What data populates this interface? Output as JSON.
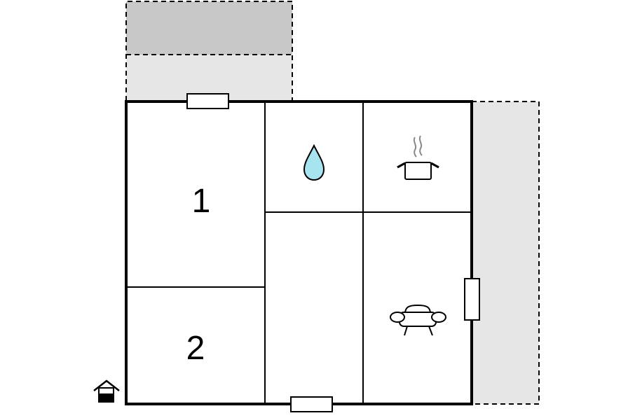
{
  "rooms": {
    "bedroom_1": {
      "label": "1"
    },
    "bedroom_2": {
      "label": "2"
    },
    "bathroom": {
      "icon": "water-drop-icon"
    },
    "kitchen": {
      "icon": "cooking-pot-icon"
    },
    "living_room": {
      "icon": "sofa-icon"
    },
    "hallway": {}
  },
  "outdoor_areas": [
    {
      "kind": "terrace-covered",
      "icon": ""
    },
    {
      "kind": "terrace",
      "icon": ""
    },
    {
      "kind": "side-terrace",
      "icon": ""
    }
  ],
  "entrance": {
    "icon": "entrance-house-icon"
  },
  "colors": {
    "wall": "#000000",
    "terrace_light": "#e6e6e6",
    "terrace_dark": "#c8c8c8",
    "water": "#a8e4f0",
    "background": "#ffffff"
  }
}
